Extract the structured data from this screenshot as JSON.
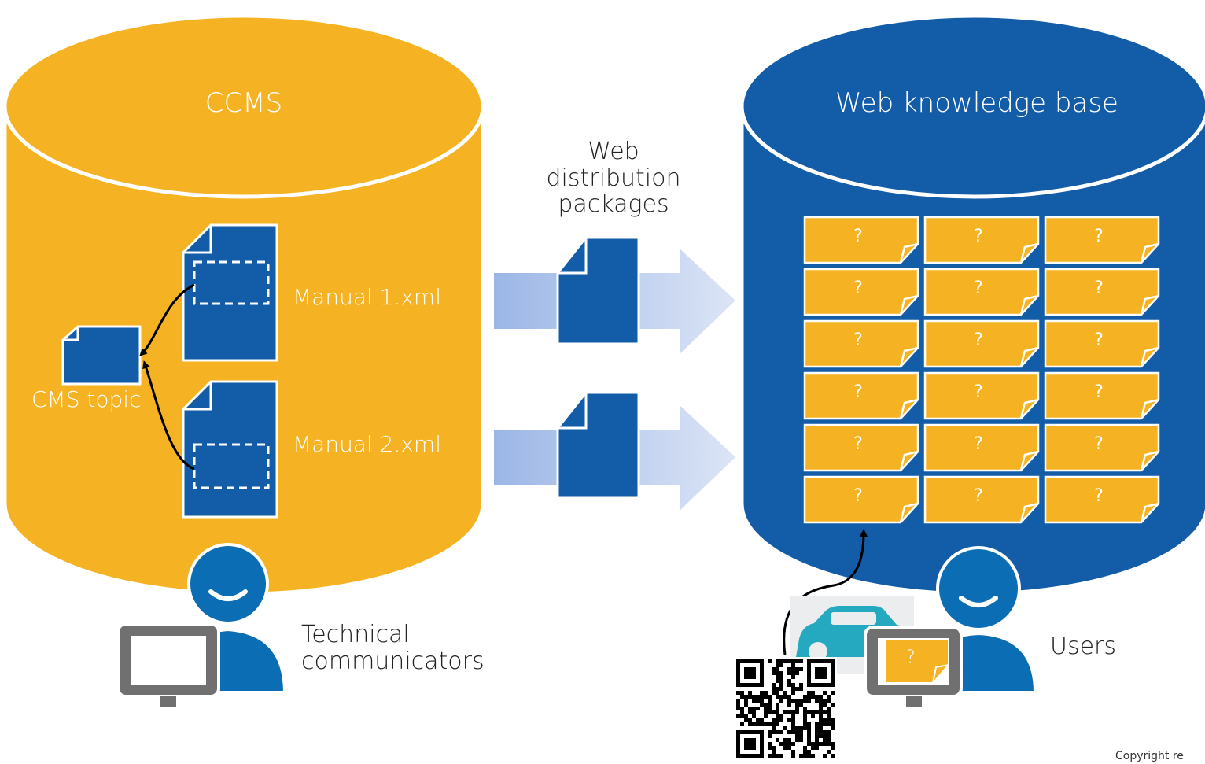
{
  "ccms": {
    "title": "CCMS",
    "fill": "#F5B323"
  },
  "kb": {
    "title": "Web knowledge base",
    "fill": "#135CA7"
  },
  "labels": {
    "manual1": "Manual 1.xml",
    "manual2": "Manual 2.xml",
    "cms_topic": "CMS topic",
    "packages": [
      "Web",
      "distribution",
      "packages"
    ],
    "tech_comm": [
      "Technical",
      "communicators"
    ],
    "users": "Users",
    "copyright": "Copyright re"
  },
  "kb_grid": {
    "rows": 6,
    "cols": 3,
    "cell_text": "?",
    "cell_fill": "#F5B323"
  },
  "screen_note_text": "?",
  "icons": [
    "document-icon",
    "person-icon",
    "monitor-icon",
    "car-icon",
    "qr-code-icon",
    "arrow-icon"
  ],
  "colors": {
    "doc_blue": "#135CA7",
    "arrow_gradient_start": "#9BB6E6",
    "arrow_gradient_end": "#DCE5F6",
    "person_blue": "#0B6DB3",
    "monitor_gray": "#707070",
    "car_teal": "#24A9C0"
  }
}
